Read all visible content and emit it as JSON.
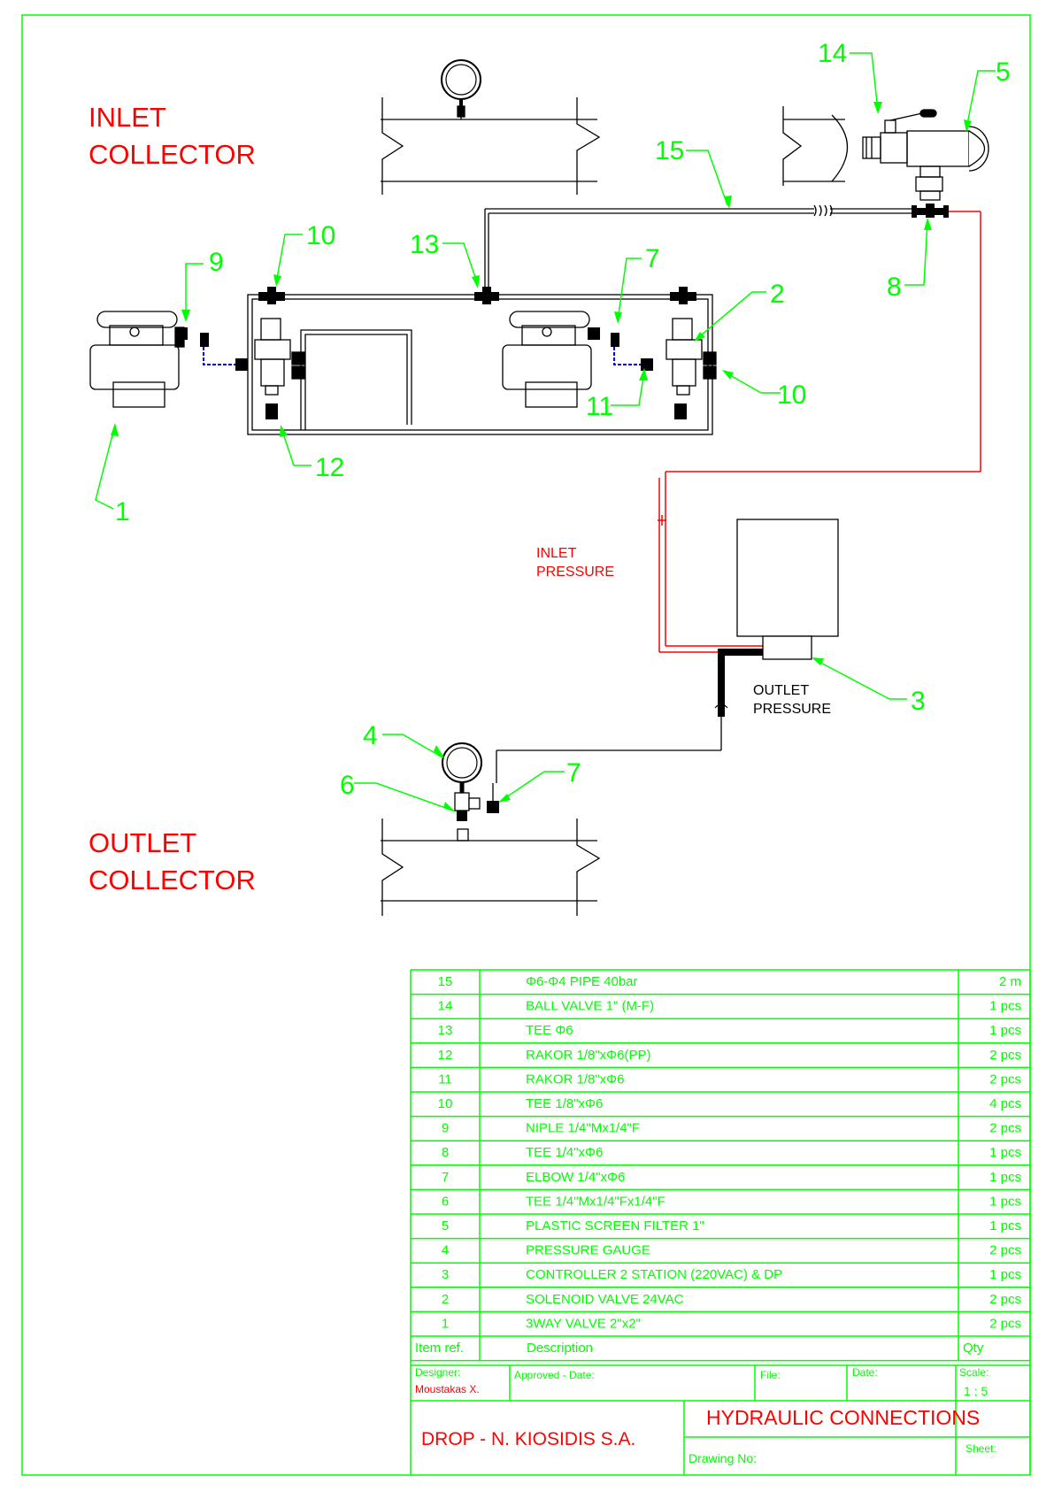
{
  "labels": {
    "inlet_collector": [
      "INLET",
      "COLLECTOR"
    ],
    "outlet_collector": [
      "OUTLET",
      "COLLECTOR"
    ],
    "inlet_pressure": [
      "INLET",
      "PRESSURE"
    ],
    "outlet_pressure": [
      "OUTLET",
      "PRESSURE"
    ]
  },
  "callouts": {
    "c1": "1",
    "c2": "2",
    "c3": "3",
    "c4": "4",
    "c5": "5",
    "c6": "6",
    "c7a": "7",
    "c7b": "7",
    "c8": "8",
    "c9": "9",
    "c10a": "10",
    "c10b": "10",
    "c11": "11",
    "c12": "12",
    "c13": "13",
    "c14": "14",
    "c15": "15"
  },
  "bom": {
    "rows": [
      {
        "ref": "15",
        "description": "Φ6-Φ4 PIPE 40bar",
        "qty": "2 m"
      },
      {
        "ref": "14",
        "description": "BALL VALVE 1\" (M-F)",
        "qty": "1 pcs"
      },
      {
        "ref": "13",
        "description": "TEE Φ6",
        "qty": "1 pcs"
      },
      {
        "ref": "12",
        "description": "RAKOR 1/8\"xΦ6(PP)",
        "qty": "2 pcs"
      },
      {
        "ref": "11",
        "description": "RAKOR 1/8\"xΦ6",
        "qty": "2 pcs"
      },
      {
        "ref": "10",
        "description": "TEE 1/8\"xΦ6",
        "qty": "4 pcs"
      },
      {
        "ref": "9",
        "description": "NIPLE 1/4\"Mx1/4\"F",
        "qty": "2 pcs"
      },
      {
        "ref": "8",
        "description": "TEE 1/4\"xΦ6",
        "qty": "1 pcs"
      },
      {
        "ref": "7",
        "description": "ELBOW 1/4\"xΦ6",
        "qty": "1 pcs"
      },
      {
        "ref": "6",
        "description": "TEE 1/4\"Mx1/4\"Fx1/4\"F",
        "qty": "1 pcs"
      },
      {
        "ref": "5",
        "description": "PLASTIC SCREEN FILTER 1\"",
        "qty": "1 pcs"
      },
      {
        "ref": "4",
        "description": "PRESSURE GAUGE",
        "qty": "2 pcs"
      },
      {
        "ref": "3",
        "description": "CONTROLLER 2 STATION (220VAC) & DP",
        "qty": "1 pcs"
      },
      {
        "ref": "2",
        "description": "SOLENOID VALVE 24VAC",
        "qty": "2 pcs"
      },
      {
        "ref": "1",
        "description": "3WAY VALVE 2\"x2\"",
        "qty": "2 pcs"
      }
    ],
    "header": {
      "ref": "Item ref.",
      "description": "Description",
      "qty": "Qty"
    }
  },
  "title_block": {
    "designer_label": "Designer:",
    "designer_value": "Moustakas X.",
    "approved_label": "Approved - Date:",
    "file_label": "File:",
    "date_label": "Date:",
    "scale_label": "Scale:",
    "scale_value": "1  :  5",
    "company": "DROP - N. KIOSIDIS S.A.",
    "drawing_title": "HYDRAULIC CONNECTIONS",
    "drawing_no_label": "Drawing No:",
    "sheet_label": "Sheet:"
  },
  "colors": {
    "frame": "#00ff00",
    "label": "#ff0000",
    "line": "#000000",
    "hose": "#0000ff"
  }
}
